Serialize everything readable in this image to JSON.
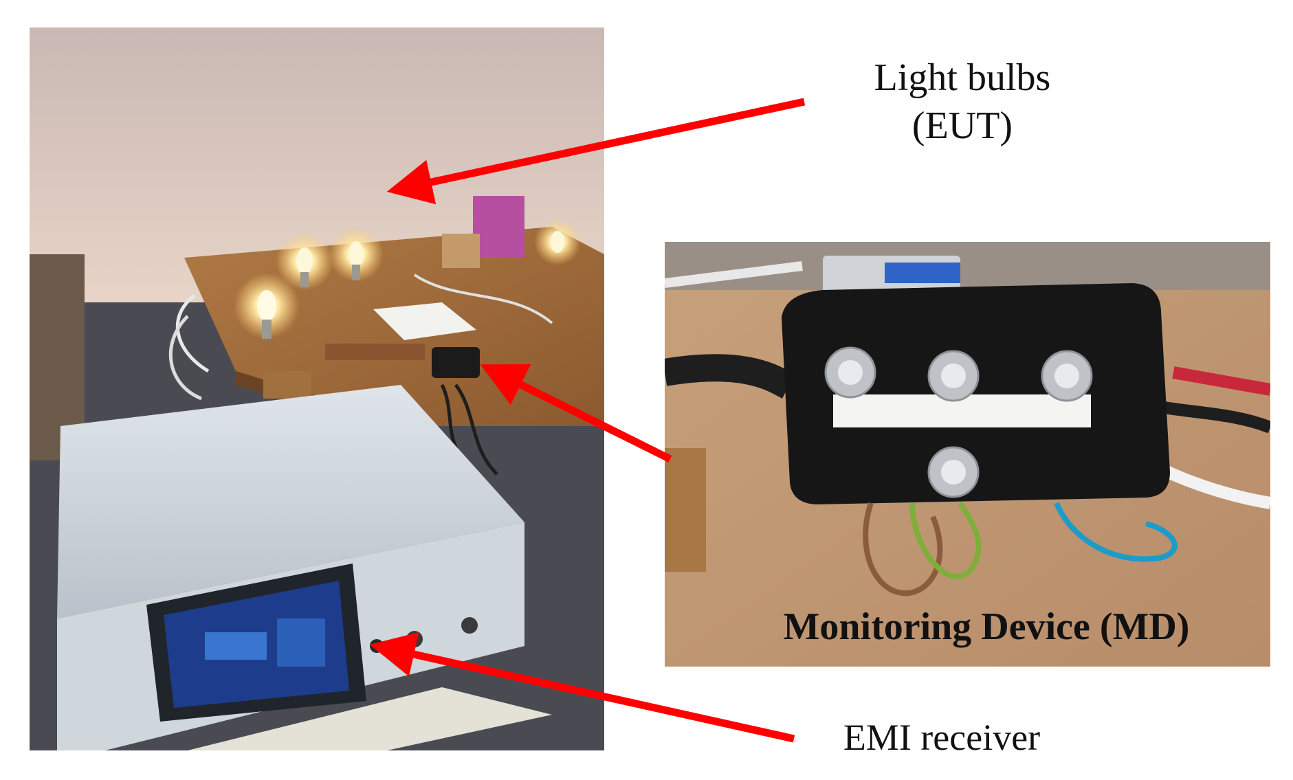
{
  "labels": {
    "light_bulbs_line1": "Light bulbs",
    "light_bulbs_line2": "(EUT)",
    "monitoring_device": "Monitoring Device (MD)",
    "emi_receiver": "EMI receiver"
  },
  "colors": {
    "arrow": "#ff0000",
    "label_text": "#111111",
    "background": "#ffffff"
  },
  "icons": {
    "arrow_style": "red-arrow"
  }
}
